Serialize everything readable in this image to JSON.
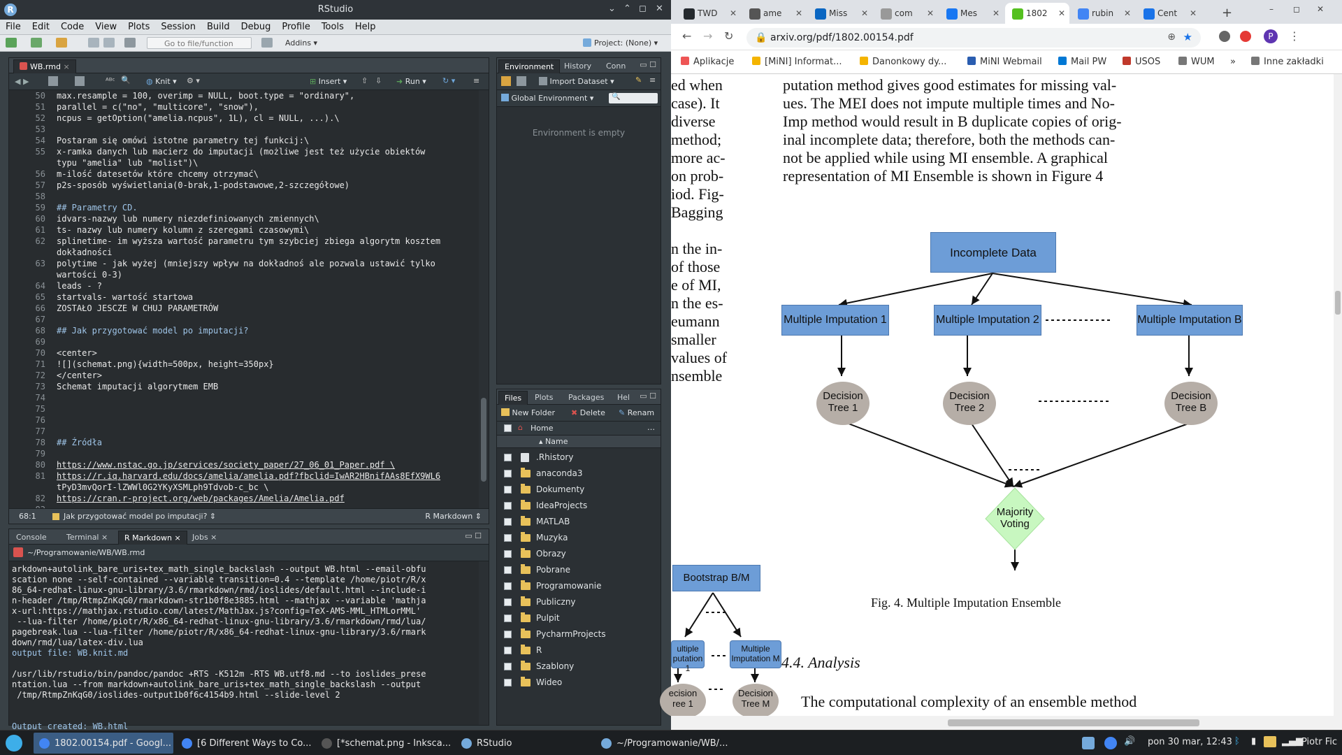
{
  "rstudio": {
    "title": "RStudio",
    "menu": [
      "File",
      "Edit",
      "Code",
      "View",
      "Plots",
      "Session",
      "Build",
      "Debug",
      "Profile",
      "Tools",
      "Help"
    ],
    "toolbar": {
      "goto": "Go to file/function",
      "addins": "Addins",
      "project": "Project: (None)"
    },
    "source": {
      "tab": "WB.rmd",
      "knit": "Knit",
      "insert": "Insert",
      "run": "Run",
      "lines": [
        {
          "n": "50",
          "t": "max.resample = 100, overimp = NULL, boot.type = \"ordinary\","
        },
        {
          "n": "51",
          "t": "parallel = c(\"no\", \"multicore\", \"snow\"),"
        },
        {
          "n": "52",
          "t": "ncpus = getOption(\"amelia.ncpus\", 1L), cl = NULL, ...).\\"
        },
        {
          "n": "53",
          "t": ""
        },
        {
          "n": "54",
          "t": "Postaram się omówi istotne parametry tej funkcij:\\"
        },
        {
          "n": "55",
          "t": "x-ramka danych lub macierz do imputacji (możliwe jest też użycie obiektów"
        },
        {
          "n": "",
          "t": "typu \"amelia\" lub \"molist\")\\"
        },
        {
          "n": "56",
          "t": "m-ilość datesetów które chcemy otrzymać\\"
        },
        {
          "n": "57",
          "t": "p2s-sposób wyświetlania(0-brak,1-podstawowe,2-szczegółowe)"
        },
        {
          "n": "58",
          "t": ""
        },
        {
          "n": "59",
          "t": "## Parametry CD."
        },
        {
          "n": "60",
          "t": "idvars-nazwy lub numery niezdefiniowanych zmiennych\\"
        },
        {
          "n": "61",
          "t": "ts- nazwy lub numery kolumn z szeregami czasowymi\\"
        },
        {
          "n": "62",
          "t": "splinetime- im wyższa wartość parametru tym szybciej zbiega algorytm kosztem"
        },
        {
          "n": "",
          "t": "dokładności"
        },
        {
          "n": "63",
          "t": "polytime - jak wyżej (mniejszy wpływ na dokładnoś ale pozwala ustawić tylko"
        },
        {
          "n": "",
          "t": "wartości 0-3)"
        },
        {
          "n": "64",
          "t": "leads - ?"
        },
        {
          "n": "65",
          "t": "startvals- wartość startowa"
        },
        {
          "n": "66",
          "t": "ZOSTAŁO JESCZE W CHUJ PARAMETRÓW"
        },
        {
          "n": "67",
          "t": ""
        },
        {
          "n": "68",
          "t": "## Jak przygotować model po imputacji?"
        },
        {
          "n": "69",
          "t": ""
        },
        {
          "n": "70",
          "t": "<center>"
        },
        {
          "n": "71",
          "t": "![](schemat.png){width=500px, height=350px}"
        },
        {
          "n": "72",
          "t": "</center>"
        },
        {
          "n": "73",
          "t": "Schemat imputacji algorytmem EMB"
        },
        {
          "n": "74",
          "t": ""
        },
        {
          "n": "75",
          "t": ""
        },
        {
          "n": "76",
          "t": ""
        },
        {
          "n": "77",
          "t": ""
        },
        {
          "n": "78",
          "t": "## Źródła"
        },
        {
          "n": "79",
          "t": ""
        },
        {
          "n": "80",
          "t": "https://www.nstac.go.jp/services/society_paper/27_06_01_Paper.pdf \\"
        },
        {
          "n": "81",
          "t": "https://r.iq.harvard.edu/docs/amelia/amelia.pdf?fbclid=IwAR2HBnifAAs8EfX9WL6"
        },
        {
          "n": "",
          "t": "tPyD3mvQorI-lZWWl0G2YKyXSMLph9Tdvob-c_bc \\"
        },
        {
          "n": "82",
          "t": "https://cran.r-project.org/web/packages/Amelia/Amelia.pdf"
        },
        {
          "n": "83",
          "t": ""
        }
      ],
      "status_pos": "68:1",
      "status_section": "Jak przygotować model po imputacji? ⇕",
      "status_mode": "R Markdown ⇕"
    },
    "console": {
      "tabs": [
        "Console",
        "Terminal",
        "R Markdown",
        "Jobs"
      ],
      "path": "~/Programowanie/WB/WB.rmd",
      "lines": [
        "arkdown+autolink_bare_uris+tex_math_single_backslash --output WB.html --email-obfu",
        "scation none --self-contained --variable transition=0.4 --template /home/piotr/R/x",
        "86_64-redhat-linux-gnu-library/3.6/rmarkdown/rmd/ioslides/default.html --include-i",
        "n-header /tmp/RtmpZnKqG0/rmarkdown-str1b0f8e3885.html --mathjax --variable 'mathja",
        "x-url:https://mathjax.rstudio.com/latest/MathJax.js?config=TeX-AMS-MML_HTMLorMML'",
        " --lua-filter /home/piotr/R/x86_64-redhat-linux-gnu-library/3.6/rmarkdown/rmd/lua/",
        "pagebreak.lua --lua-filter /home/piotr/R/x86_64-redhat-linux-gnu-library/3.6/rmark",
        "down/rmd/lua/latex-div.lua",
        "output file: WB.knit.md",
        "",
        "/usr/lib/rstudio/bin/pandoc/pandoc +RTS -K512m -RTS WB.utf8.md --to ioslides_prese",
        "ntation.lua --from markdown+autolink_bare_uris+tex_math_single_backslash --output",
        " /tmp/RtmpZnKqG0/ioslides-output1b0f6c4154b9.html --slide-level 2",
        "",
        "",
        "Output created: WB.html"
      ]
    },
    "env": {
      "tabs": [
        "Environment",
        "History",
        "Conn"
      ],
      "import": "Import Dataset",
      "scope": "Global Environment",
      "empty": "Environment is empty"
    },
    "files": {
      "tabs": [
        "Files",
        "Plots",
        "Packages",
        "Hel"
      ],
      "new_folder": "New Folder",
      "delete": "Delete",
      "rename": "Renam",
      "home": "Home",
      "col_name": "Name",
      "items": [
        ".Rhistory",
        "anaconda3",
        "Dokumenty",
        "IdeaProjects",
        "MATLAB",
        "Muzyka",
        "Obrazy",
        "Pobrane",
        "Programowanie",
        "Publiczny",
        "Pulpit",
        "PycharmProjects",
        "R",
        "Szablony",
        "Wideo"
      ]
    }
  },
  "chrome": {
    "tabs": [
      "TWD",
      "ame",
      "Miss",
      "com",
      "Mes",
      "1802",
      "rubin",
      "Cent"
    ],
    "tab_colors": [
      "#24292e",
      "#555555",
      "#0a66c2",
      "#999999",
      "#1877f2",
      "#55c020",
      "#4285f4",
      "#1a73e8"
    ],
    "url": "arxiv.org/pdf/1802.00154.pdf",
    "bookmarks": [
      "Aplikacje",
      "[MiNI] Informat...",
      "Danonkowy dy...",
      "MiNI Webmail",
      "Mail PW",
      "USOS",
      "WUM",
      "»",
      "Inne zakładki"
    ]
  },
  "pdf": {
    "left_col": [
      "ed when",
      "case). It",
      "diverse",
      "method;",
      "more ac-",
      "on prob-",
      "iod. Fig-",
      "Bagging",
      "",
      "n the in-",
      "of those",
      "e of MI,",
      "n the es-",
      "eumann",
      "smaller",
      "values of",
      "nsemble"
    ],
    "right_col": [
      "putation method gives good estimates for missing val-",
      "ues. The MEI does not impute multiple times and No-",
      "Imp method would result in B duplicate copies of orig-",
      "inal incomplete data; therefore, both the methods can-",
      "not be applied while using MI ensemble. A graphical",
      "representation of MI Ensemble is shown in Figure 4"
    ],
    "diagram": {
      "root": "Incomplete Data",
      "mi": [
        "Multiple Imputation 1",
        "Multiple Imputation 2",
        "Multiple Imputation B"
      ],
      "dt": [
        [
          "Decision",
          "Tree 1"
        ],
        [
          "Decision",
          "Tree 2"
        ],
        [
          "Decision",
          "Tree B"
        ]
      ],
      "vote": [
        "Majority",
        "Voting"
      ]
    },
    "caption": "Fig. 4.  Multiple Imputation Ensemble",
    "bootstrap": "Bootstrap B/M",
    "mini_mi": [
      "ultiple",
      "putation 1"
    ],
    "mini_mim": [
      "Multiple",
      "Imputation M"
    ],
    "mini_dt": [
      "ecision",
      "ree 1"
    ],
    "mini_dtm": [
      "Decision",
      "Tree M"
    ],
    "section": "4.4.  Analysis",
    "bottom_line": "The computational complexity of an ensemble method"
  },
  "taskbar": {
    "tasks": [
      "1802.00154.pdf - Googl...",
      "[6 Different Ways to Co...",
      "[*schemat.png - Inksca...",
      "RStudio",
      "~/Programowanie/WB/..."
    ],
    "clock": "pon 30 mar, 12:43",
    "user": "Piotr Fic"
  },
  "colors": {
    "accent": "#75aadb",
    "box": "#6d9dd7",
    "vote": "#c8f7c0"
  }
}
